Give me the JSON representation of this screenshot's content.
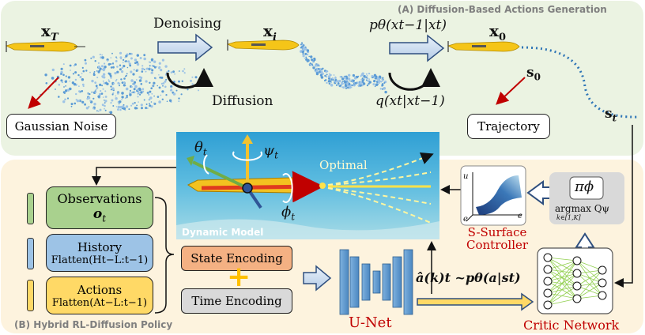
{
  "panel_a": {
    "title": "(A) Diffusion-Based Actions Generation",
    "x_T": "x",
    "x_T_sub": "T",
    "x_i": "x",
    "x_i_sub": "i",
    "x_0": "x",
    "x_0_sub": "0",
    "denoising": "Denoising",
    "diffusion": "Diffusion",
    "reverse_process": "pθ(xt−1|xt)",
    "forward_process": "q(xt|xt−1)",
    "gaussian_noise": "Gaussian Noise",
    "trajectory": "Trajectory",
    "s_0": "s",
    "s_0_sub": "0",
    "s_t": "s",
    "s_t_sub": "t"
  },
  "panel_b": {
    "title": "(B) Hybrid RL-Diffusion Policy",
    "observations": "Observations",
    "observations_sym": "o",
    "observations_sub": "t",
    "history": "History",
    "history_formula": "Flatten(Ht−L:t−1)",
    "actions": "Actions",
    "actions_formula": "Flatten(At−L:t−1)",
    "state_encoding": "State Encoding",
    "time_encoding": "Time Encoding",
    "plus": "+",
    "unet": "U-Net",
    "action_sample": "â(k)t ~pθ(a|st)",
    "critic": "Critic Network",
    "s_surface": "S-Surface",
    "controller": "Controller",
    "pi": "πϕ",
    "argmax": "argmax Qψ",
    "argmax_sub": "k∈[1,K]",
    "dynamic_model": "Dynamic Model",
    "optimal": "Optimal",
    "theta": "θ",
    "theta_sub": "t",
    "psi": "ψ",
    "psi_sub": "t",
    "phi": "ϕ",
    "phi_sub": "t",
    "axis_u": "u",
    "axis_e1": "e",
    "axis_e2": "e"
  },
  "colors": {
    "panel_a_bg": "#ebf3e2",
    "panel_b_bg": "#fdf3de",
    "obs_fill": "#a9d18e",
    "history_fill": "#9dc3e6",
    "actions_fill": "#ffd966",
    "state_fill": "#f4b183",
    "time_fill": "#d9d9d9",
    "unet_blue": "#5b9bd5",
    "accent_red": "#c00000",
    "trajectory_blue": "#2e75b6"
  }
}
